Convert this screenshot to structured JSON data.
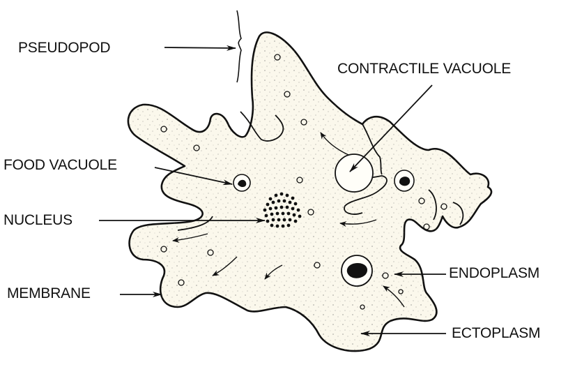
{
  "diagram": {
    "subject": "Amoeba",
    "colors": {
      "background": "#ffffff",
      "cytoplasm": "#fbf8ec",
      "outline": "#111111",
      "label_text": "#111111"
    },
    "labels": [
      {
        "id": "pseudopod",
        "text": "PSEUDOPOD",
        "side": "left"
      },
      {
        "id": "contractile-vacuole",
        "text": "CONTRACTILE VACUOLE",
        "side": "right"
      },
      {
        "id": "food-vacuole",
        "text": "FOOD VACUOLE",
        "side": "left"
      },
      {
        "id": "nucleus",
        "text": "NUCLEUS",
        "side": "left"
      },
      {
        "id": "membrane",
        "text": "MEMBRANE",
        "side": "left"
      },
      {
        "id": "endoplasm",
        "text": "ENDOPLASM",
        "side": "right"
      },
      {
        "id": "ectoplasm",
        "text": "ECTOPLASM",
        "side": "right"
      }
    ]
  }
}
